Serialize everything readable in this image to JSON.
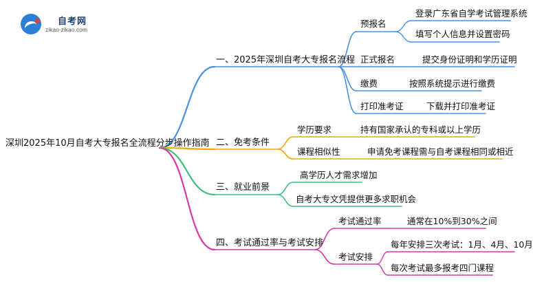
{
  "logo": {
    "name": "自考网",
    "url": "zikao-zikao.com"
  },
  "root": "深圳2025年10月自考大专报名全流程分步操作指南",
  "branches": [
    {
      "label": "一、2025年深圳自考大专报名流程",
      "color": "#4a90e2",
      "children": [
        {
          "label": "预报名",
          "children": [
            "登录广东省自学考试管理系统",
            "填写个人信息并设置密码"
          ]
        },
        {
          "label": "正式报名",
          "children": [
            "提交身份证明和学历证明"
          ]
        },
        {
          "label": "缴费",
          "children": [
            "按照系统提示进行缴费"
          ]
        },
        {
          "label": "打印准考证",
          "children": [
            "下载并打印准考证"
          ]
        }
      ]
    },
    {
      "label": "二、免考条件",
      "color": "#f0a500",
      "children": [
        {
          "label": "学历要求",
          "children": [
            "持有国家承认的专科或以上学历"
          ]
        },
        {
          "label": "课程相似性",
          "children": [
            "申请免考课程需与自考课程相同或相近"
          ]
        }
      ]
    },
    {
      "label": "三、就业前景",
      "color": "#3cbf7a",
      "children": [
        {
          "label": "高学历人才需求增加",
          "children": []
        },
        {
          "label": "自考大专文凭提供更多求职机会",
          "children": []
        }
      ]
    },
    {
      "label": "四、考试通过率与考试安排",
      "color": "#d63aa8",
      "children": [
        {
          "label": "考试通过率",
          "children": [
            "通常在10%到30%之间"
          ]
        },
        {
          "label": "考试安排",
          "children": [
            "每年安排三次考试：1月、4月、10月",
            "每次考试最多报考四门课程"
          ]
        }
      ]
    }
  ]
}
